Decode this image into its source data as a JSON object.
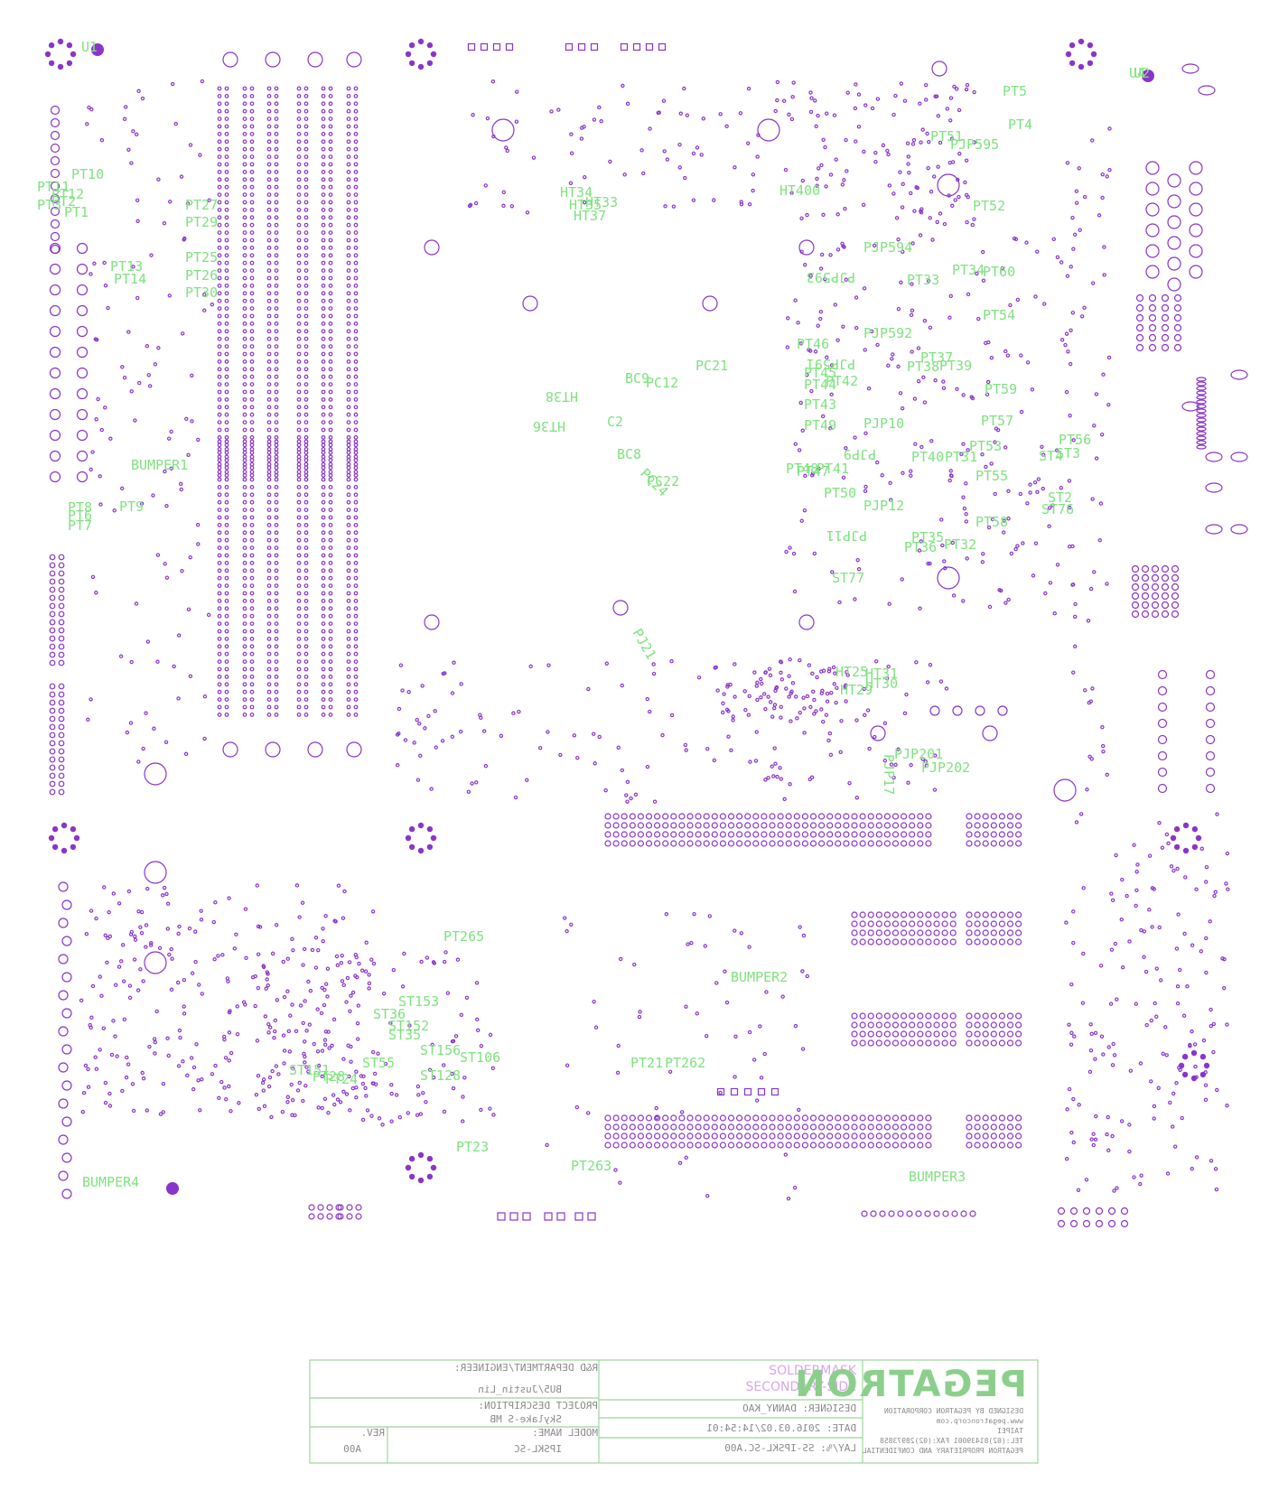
{
  "refdes": [
    {
      "t": "U1"
    },
    {
      "t": "U2"
    },
    {
      "t": "U4"
    },
    {
      "t": "PT10"
    },
    {
      "t": "PT11"
    },
    {
      "t": "PT12"
    },
    {
      "t": "PT1"
    },
    {
      "t": "PT3"
    },
    {
      "t": "PT2"
    },
    {
      "t": "PT13"
    },
    {
      "t": "PT14"
    },
    {
      "t": "PT27"
    },
    {
      "t": "PT29"
    },
    {
      "t": "PT25"
    },
    {
      "t": "PT26"
    },
    {
      "t": "PT30"
    },
    {
      "t": "PT8"
    },
    {
      "t": "PT6"
    },
    {
      "t": "PT7"
    },
    {
      "t": "PT9"
    },
    {
      "t": "BUMPER1"
    },
    {
      "t": "BUMPER2"
    },
    {
      "t": "BUMPER3"
    },
    {
      "t": "BUMPER4"
    },
    {
      "t": "HT34"
    },
    {
      "t": "HT35"
    },
    {
      "t": "HT37"
    },
    {
      "t": "HT36"
    },
    {
      "t": "HT33"
    },
    {
      "t": "HT38"
    },
    {
      "t": "BC9"
    },
    {
      "t": "PC12"
    },
    {
      "t": "BC8"
    },
    {
      "t": "C2"
    },
    {
      "t": "PC22"
    },
    {
      "t": "PC24"
    },
    {
      "t": "PC21"
    },
    {
      "t": "HT400"
    },
    {
      "t": "HT25"
    },
    {
      "t": "HT31"
    },
    {
      "t": "HT29"
    },
    {
      "t": "HT30"
    },
    {
      "t": "PT5"
    },
    {
      "t": "PT4"
    },
    {
      "t": "PT51"
    },
    {
      "t": "PJP595"
    },
    {
      "t": "PT52"
    },
    {
      "t": "PJP594"
    },
    {
      "t": "PJP593"
    },
    {
      "t": "PT33"
    },
    {
      "t": "PT34"
    },
    {
      "t": "PT60"
    },
    {
      "t": "PT54"
    },
    {
      "t": "PJP592"
    },
    {
      "t": "PJP591"
    },
    {
      "t": "PT37"
    },
    {
      "t": "PT38"
    },
    {
      "t": "PT39"
    },
    {
      "t": "PT59"
    },
    {
      "t": "PT46"
    },
    {
      "t": "PT45"
    },
    {
      "t": "PT44"
    },
    {
      "t": "PT42"
    },
    {
      "t": "PT43"
    },
    {
      "t": "PT49"
    },
    {
      "t": "PJP10"
    },
    {
      "t": "PJP9"
    },
    {
      "t": "PT57"
    },
    {
      "t": "PT40"
    },
    {
      "t": "PT31"
    },
    {
      "t": "PT53"
    },
    {
      "t": "PT48"
    },
    {
      "t": "PT47"
    },
    {
      "t": "PT41"
    },
    {
      "t": "PT55"
    },
    {
      "t": "PT50"
    },
    {
      "t": "PJP12"
    },
    {
      "t": "PJP11"
    },
    {
      "t": "PT35"
    },
    {
      "t": "PT36"
    },
    {
      "t": "PT32"
    },
    {
      "t": "PT58"
    },
    {
      "t": "PT56"
    },
    {
      "t": "ST4"
    },
    {
      "t": "ST3"
    },
    {
      "t": "ST2"
    },
    {
      "t": "ST76"
    },
    {
      "t": "ST77"
    },
    {
      "t": "PJP17"
    },
    {
      "t": "PJP201"
    },
    {
      "t": "PJP202"
    },
    {
      "t": "PT265"
    },
    {
      "t": "ST153"
    },
    {
      "t": "ST36"
    },
    {
      "t": "ST152"
    },
    {
      "t": "ST35"
    },
    {
      "t": "ST55"
    },
    {
      "t": "ST156"
    },
    {
      "t": "ST106"
    },
    {
      "t": "ST128"
    },
    {
      "t": "ST151"
    },
    {
      "t": "PT28"
    },
    {
      "t": "PT24"
    },
    {
      "t": "PT21"
    },
    {
      "t": "PT262"
    },
    {
      "t": "PT263"
    },
    {
      "t": "PT23"
    },
    {
      "t": "PJ21"
    }
  ],
  "titleblock": {
    "dept_label": "R&D DEPARTMENT/ENGINEER:",
    "dept_value": "BU5/Justin_Lin",
    "proj_label": "PROJECT DESCRIPTION:",
    "proj_value": "Skylake-S MB",
    "model_label": "MODEL NAME:",
    "model_value": "IPSKL-SC",
    "rev_label": "REV.",
    "rev_value": "A00",
    "layer_line1": "SOLDERMASK",
    "layer_line2": "SECONDARY-SIDE",
    "designer": "DESIGNER: DANNY_KAO",
    "date": "DATE: 2016.03.02/14:54:01",
    "layout": "LAY/%: SS-IPSKL-SC.A00",
    "logo": "PEGATRON",
    "corp1": "DESIGNED BY PEGATRON CORPORATION",
    "corp2": "www.pegatroncorp.com",
    "corp3": "TAIPEI",
    "corp4": "TEL:(02)81439001 FAX:(02)28973858",
    "corp5": "PEGATRON PROPRIETARY AND CONFIDENTIAL"
  },
  "colors": {
    "pad": "#8a35c9",
    "label": "#7fe27f",
    "titleblock": "#9cd49c",
    "layer": "#d9a6e8"
  }
}
